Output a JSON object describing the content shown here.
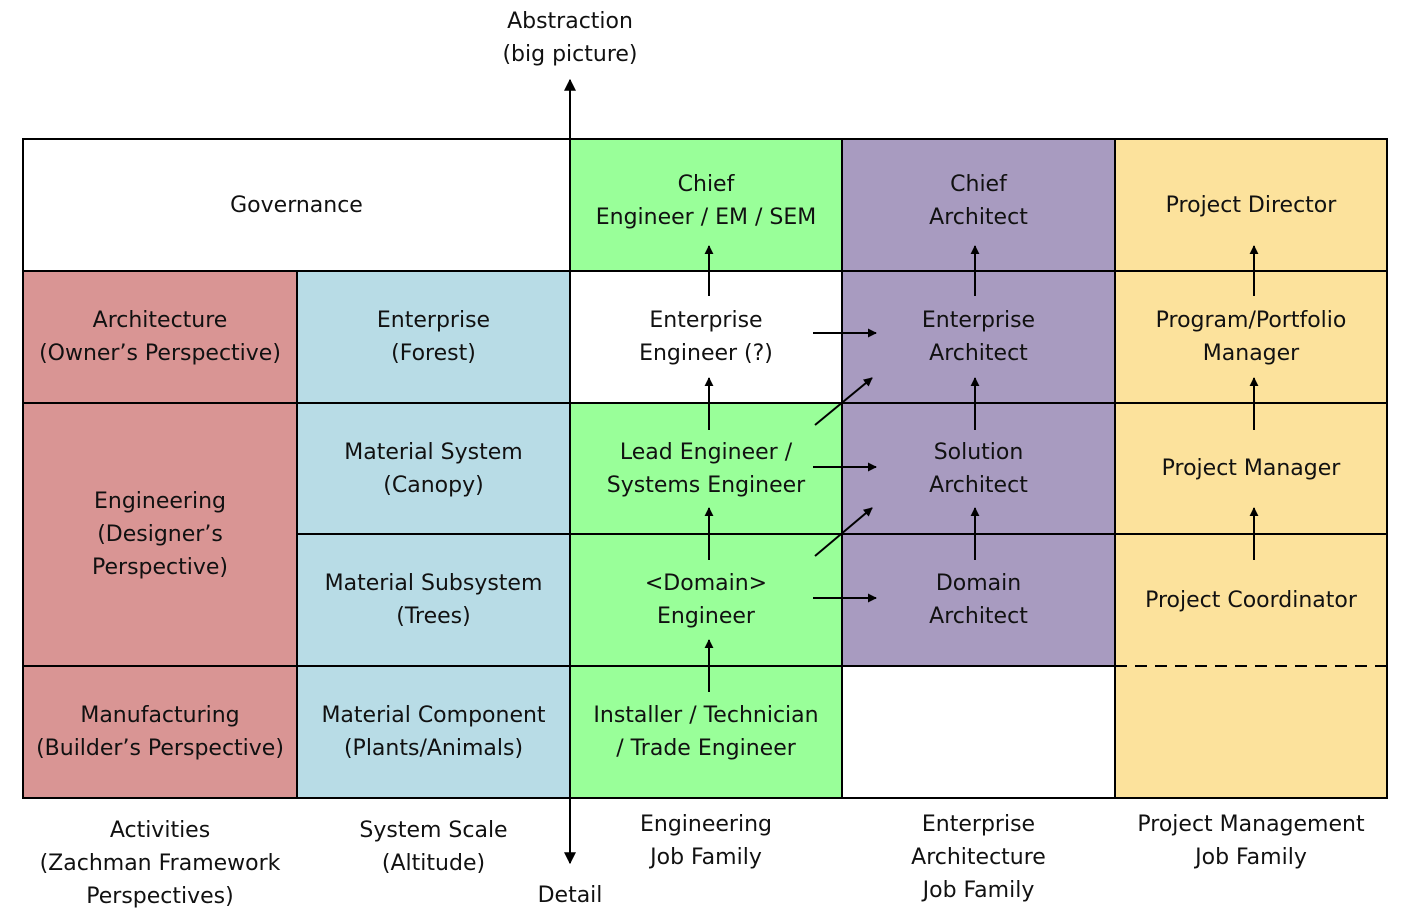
{
  "colors": {
    "activities": "#d99594",
    "system_scale": "#b8dce6",
    "engineering": "#99ff99",
    "enterprise_architecture": "#a89bc0",
    "project_management": "#fce29c",
    "blank": "#ffffff"
  },
  "axis": {
    "top_label": "Abstraction\n(big picture)",
    "bottom_label": "Detail"
  },
  "rows": {
    "governance": "Governance",
    "architecture": "Architecture\n(Owner’s Perspective)",
    "engineering": "Engineering\n(Designer’s\nPerspective)",
    "manufacturing": "Manufacturing\n(Builder’s Perspective)"
  },
  "system_scale": {
    "enterprise": "Enterprise\n(Forest)",
    "material_system": "Material System\n(Canopy)",
    "material_subsystem": "Material Subsystem\n(Trees)",
    "material_component": "Material Component\n(Plants/Animals)"
  },
  "engineering_family": {
    "chief": "Chief\nEngineer / EM / SEM",
    "enterprise": "Enterprise\nEngineer (?)",
    "lead": "Lead Engineer /\nSystems Engineer",
    "domain": "<Domain>\nEngineer",
    "installer": "Installer / Technician\n/ Trade Engineer"
  },
  "ea_family": {
    "chief": "Chief\nArchitect",
    "enterprise": "Enterprise\nArchitect",
    "solution": "Solution\nArchitect",
    "domain": "Domain\nArchitect"
  },
  "pm_family": {
    "director": "Project Director",
    "program": "Program/Portfolio\nManager",
    "manager": "Project Manager",
    "coordinator": "Project Coordinator"
  },
  "column_labels": {
    "activities": "Activities\n(Zachman Framework\nPerspectives)",
    "system_scale": "System Scale\n(Altitude)",
    "engineering": "Engineering\nJob Family",
    "enterprise_architecture": "Enterprise\nArchitecture\nJob Family",
    "project_management": "Project Management\nJob Family"
  }
}
